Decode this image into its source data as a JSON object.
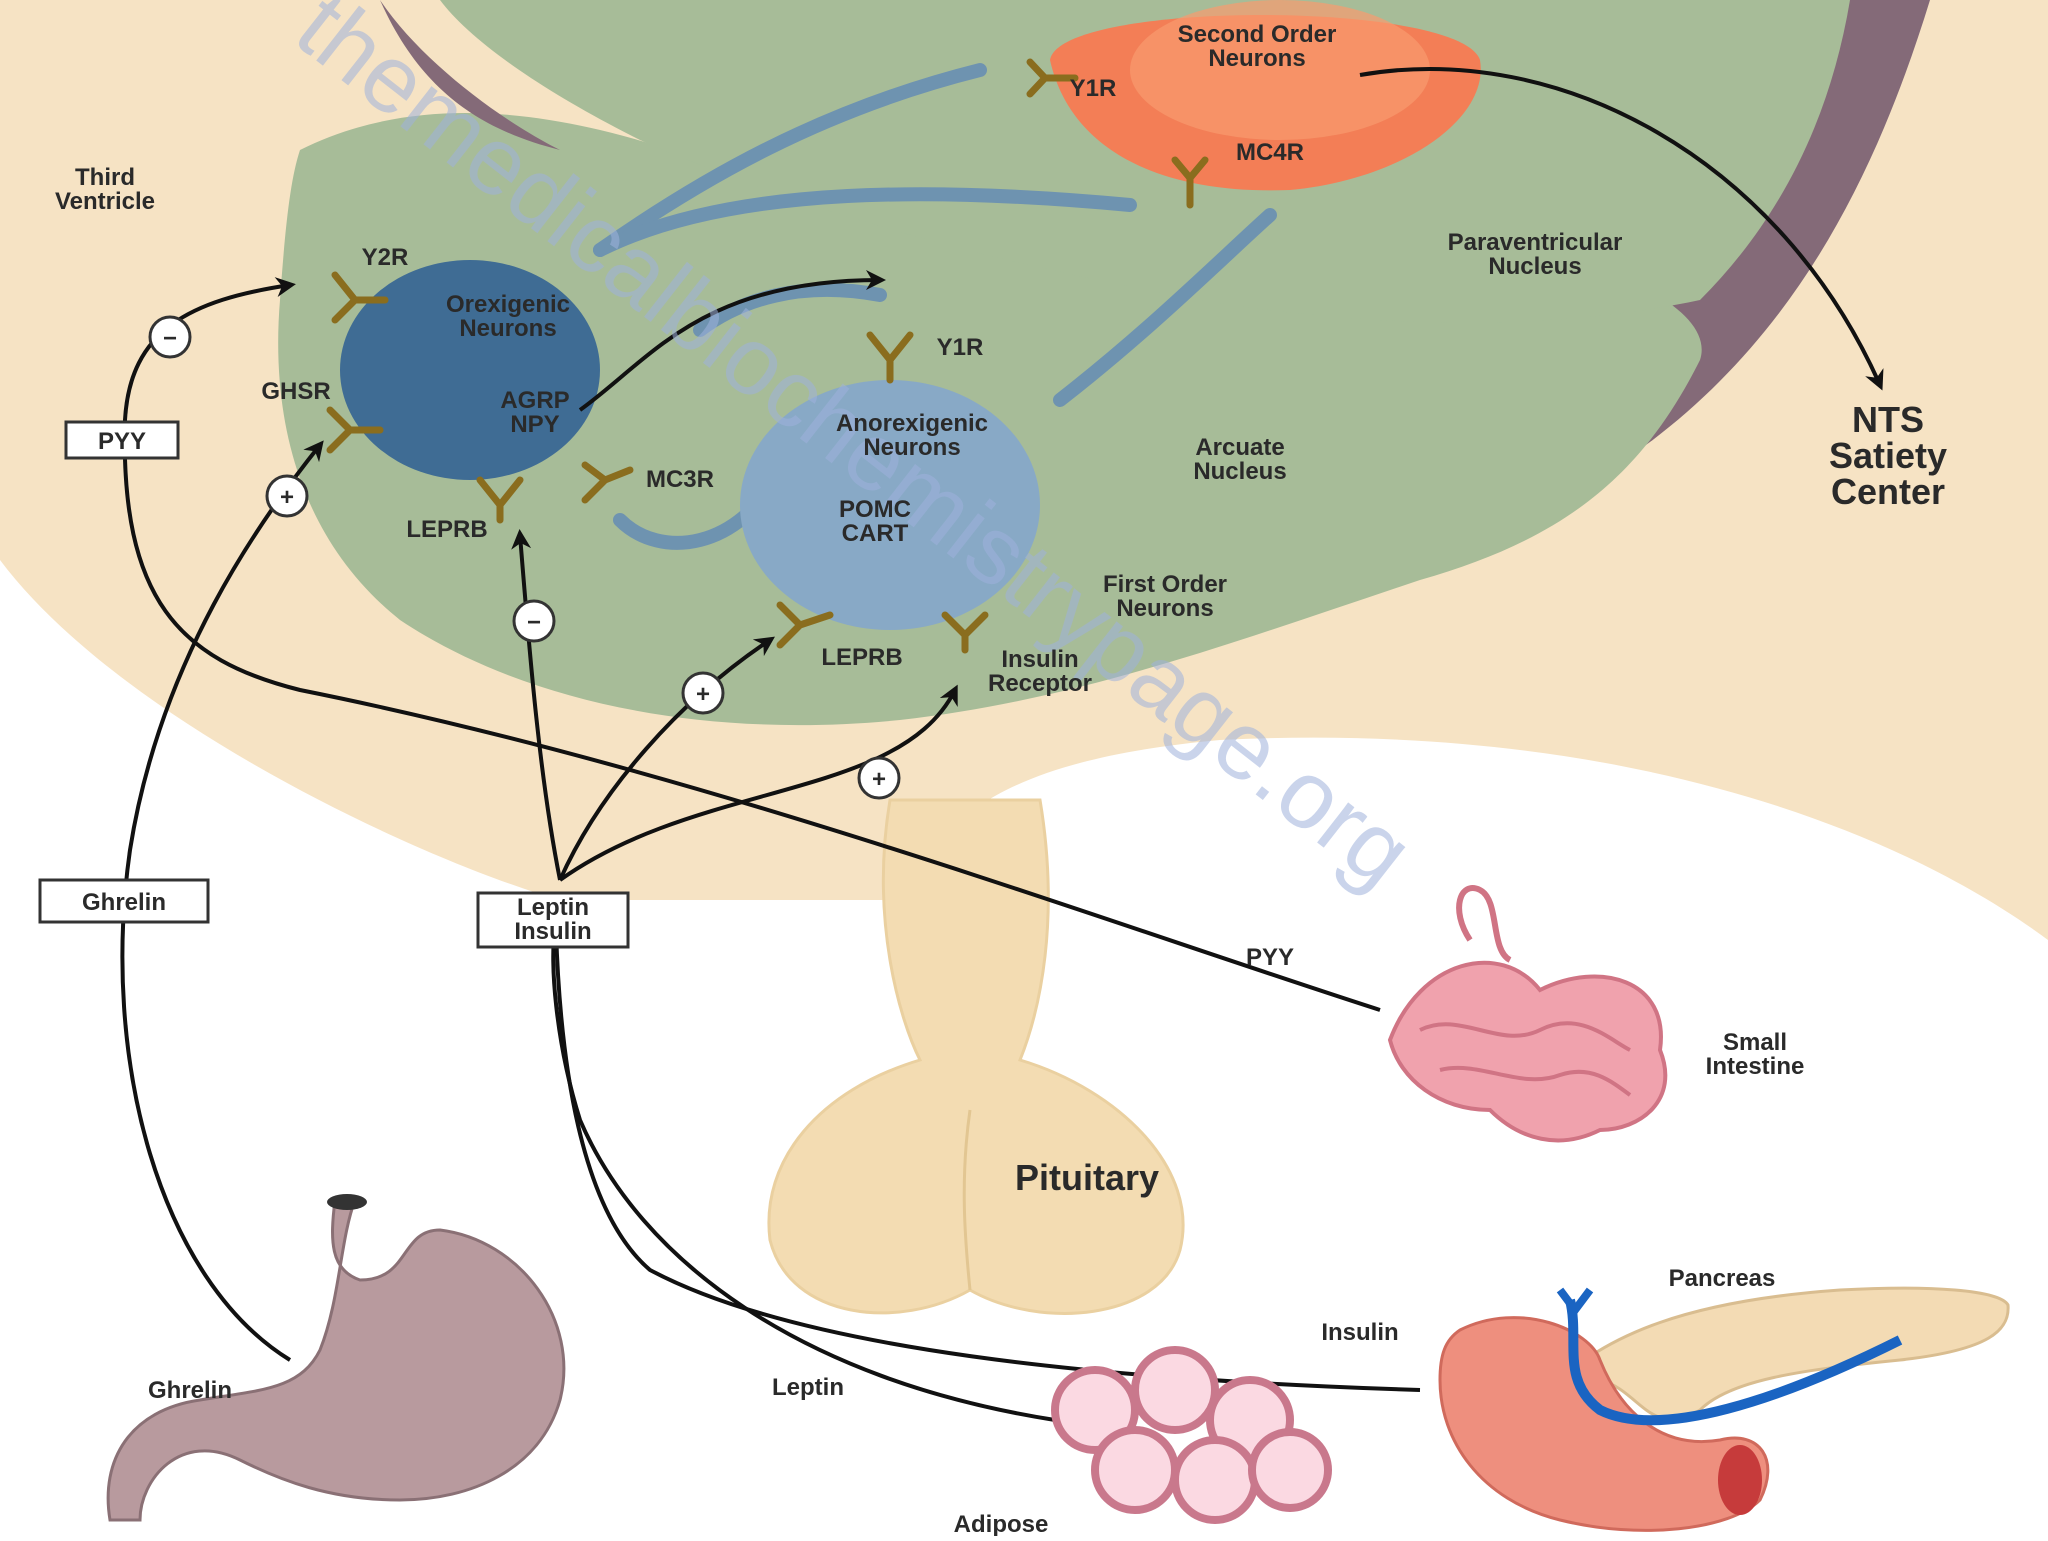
{
  "colors": {
    "background": "#ffffff",
    "brain_tissue": "#f6e3c4",
    "nucleus_green": "#a7bc98",
    "ventricle_purple": "#846a78",
    "orexigenic_neuron": "#3f6c94",
    "anorexigenic_neuron": "#88a9c6",
    "second_order_neuron": "#f37e56",
    "receptor": "#8a6d1e",
    "signal_line": "#111111"
  },
  "regions": {
    "third_ventricle": "Third\nVentricle",
    "paraventricular": "Paraventricular\nNucleus",
    "arcuate": "Arcuate\nNucleus",
    "first_order": "First Order\nNeurons",
    "second_order": "Second Order\nNeurons",
    "nts": "NTS\nSatiety\nCenter",
    "pituitary": "Pituitary"
  },
  "neurons": {
    "orexigenic": "Orexigenic\nNeurons",
    "orexigenic_peptides": "AGRP\nNPY",
    "anorexigenic": "Anorexigenic\nNeurons",
    "anorexigenic_peptides": "POMC\nCART"
  },
  "receptors": {
    "y1r_top": "Y1R",
    "mc4r": "MC4R",
    "y2r": "Y2R",
    "ghsr": "GHSR",
    "leprb_orexigenic": "LEPRB",
    "mc3r": "MC3R",
    "y1r_middle": "Y1R",
    "leprb_anorexigenic": "LEPRB",
    "insulin_receptor": "Insulin\nReceptor"
  },
  "signal_boxes": {
    "pyy": "PYY",
    "ghrelin": "Ghrelin",
    "leptin_insulin": "Leptin\nInsulin"
  },
  "effects": {
    "pyy_on_y2r": "−",
    "ghrelin_on_ghsr": "+",
    "leptin_on_orexigenic": "−",
    "leptin_on_anorexigenic": "+",
    "insulin_on_receptor": "+"
  },
  "organs": {
    "stomach": "Ghrelin",
    "small_intestine": "Small\nIntestine",
    "pyy_line": "PYY",
    "pancreas": "Pancreas",
    "insulin_line": "Insulin",
    "leptin_line": "Leptin",
    "adipose": "Adipose"
  },
  "watermark": "themedicalbiochemistrypage.org"
}
